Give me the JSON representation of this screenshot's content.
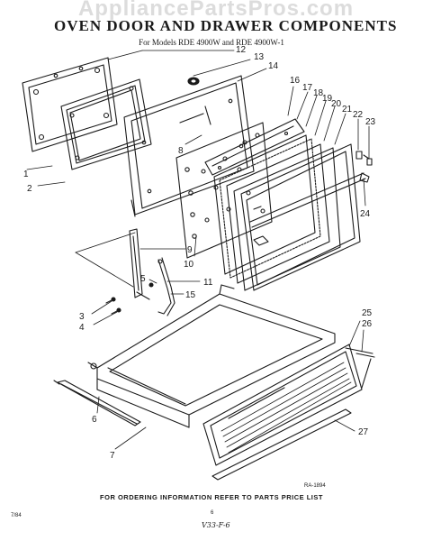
{
  "header": {
    "watermark": "AppliancePartsPros.com",
    "title": "OVEN DOOR AND DRAWER COMPONENTS",
    "subtitle": "For Models RDE 4900W and RDE 4900W-1"
  },
  "footer": {
    "ordering_note": "FOR ORDERING INFORMATION REFER TO PARTS PRICE LIST",
    "left_code": "7/84",
    "page_number": "6",
    "handwritten_code": "V33-F-6",
    "drawing_number": "RA-1894"
  },
  "callouts": [
    "1",
    "2",
    "3",
    "4",
    "5",
    "6",
    "7",
    "8",
    "9",
    "10",
    "11",
    "12",
    "13",
    "14",
    "15",
    "16",
    "17",
    "18",
    "19",
    "20",
    "21",
    "22",
    "23",
    "24",
    "25",
    "26",
    "27"
  ]
}
